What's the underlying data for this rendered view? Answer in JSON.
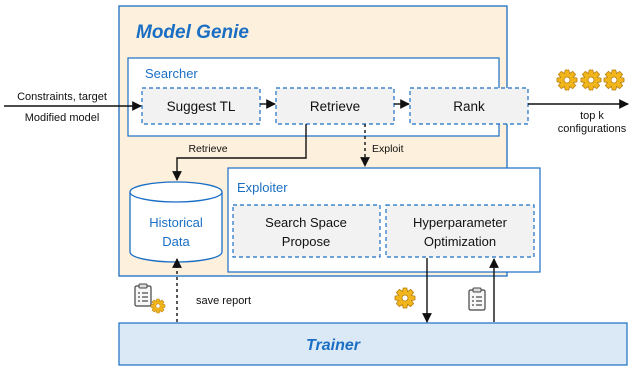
{
  "model_genie": {
    "title": "Model Genie"
  },
  "inputs": {
    "line1": "Constraints, target",
    "line2": "Modified model"
  },
  "searcher": {
    "title": "Searcher",
    "steps": [
      "Suggest TL",
      "Retrieve",
      "Rank"
    ]
  },
  "output": {
    "line1": "top k",
    "line2": "configurations"
  },
  "arrows": {
    "retrieve": "Retrieve",
    "exploit": "Exploit",
    "save_report": "save report"
  },
  "historical_data": {
    "line1": "Historical",
    "line2": "Data"
  },
  "exploiter": {
    "title": "Exploiter",
    "box1": {
      "line1": "Search Space",
      "line2": "Propose"
    },
    "box2": {
      "line1": "Hyperparameter",
      "line2": "Optimization"
    }
  },
  "trainer": {
    "title": "Trainer"
  },
  "colors": {
    "model_genie_fill": "#fdf0dc",
    "model_genie_border": "#1a6fc4",
    "accent_blue": "#1a6fc4",
    "inner_fill": "#ffffff",
    "step_fill": "#f2f2f2",
    "trainer_fill": "#dbe8f5",
    "gear": "#f2b61d"
  },
  "icons": [
    "gear-icon",
    "report-icon"
  ]
}
